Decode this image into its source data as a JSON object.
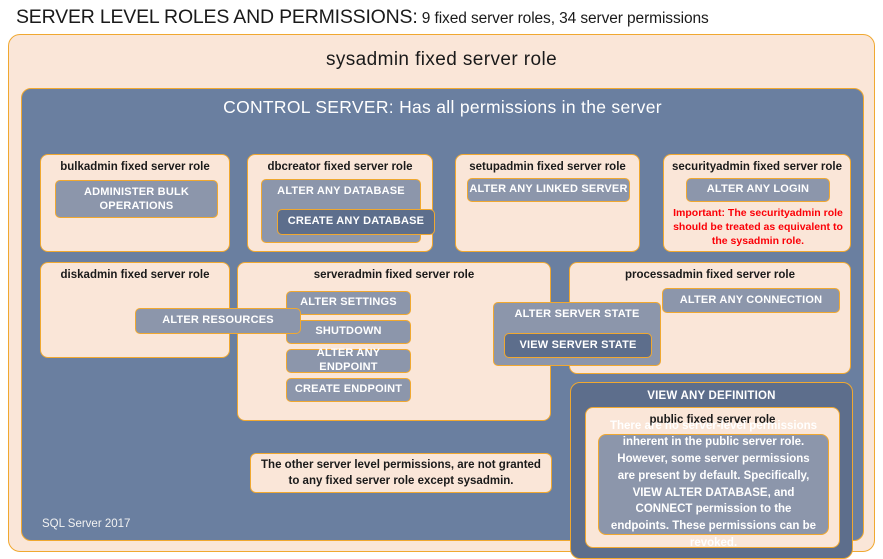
{
  "title": {
    "main": "SERVER LEVEL ROLES AND PERMISSIONS:",
    "sub": " 9 fixed server roles, 34 server permissions"
  },
  "sysadmin": {
    "label": "sysadmin  fixed  server  role"
  },
  "control_server": {
    "label": "CONTROL SERVER: Has all permissions in the server",
    "footer": "SQL Server 2017"
  },
  "roles": {
    "bulkadmin": {
      "title": "bulkadmin  fixed server role",
      "permission": "ADMINISTER  BULK OPERATIONS"
    },
    "dbcreator": {
      "title": "dbcreator fixed server role",
      "permission_outer": "ALTER ANY DATABASE",
      "permission_inner": "CREATE  ANY DATABASE"
    },
    "setupadmin": {
      "title": "setupadmin fixed server role",
      "permission": "ALTER ANY LINKED SERVER"
    },
    "securityadmin": {
      "title": "securityadmin  fixed server role",
      "permission": "ALTER ANY LOGIN",
      "warning": "Important:  The securityadmin role should  be treated as equivalent to the  sysadmin role."
    },
    "diskadmin": {
      "title": "diskadmin fixed server role",
      "permission": "ALTER RESOURCES"
    },
    "serveradmin": {
      "title": "serveradmin fixed server role",
      "permissions": [
        "ALTER SETTINGS",
        "SHUTDOWN",
        "ALTER ANY ENDPOINT",
        "CREATE  ENDPOINT"
      ],
      "permission_outer": "ALTER SERVER STATE",
      "permission_inner": "VIEW SERVER STATE"
    },
    "processadmin": {
      "title": "processadmin fixed server role",
      "permission": "ALTER ANY CONNECTION"
    },
    "public": {
      "view_any_definition": "VIEW ANY DEFINITION",
      "title": "public  fixed server role",
      "body": "There are no server-level permissions inherent in the public server role. However, some server permissions are present by default. Specifically, VIEW ALTER DATABASE, and CONNECT permission to the endpoints. These permissions can be revoked."
    }
  },
  "notes": {
    "other_permissions": "The other server level permissions,  are not granted to any fixed server role except sysadmin."
  },
  "colors": {
    "cream": "#fae6d8",
    "gold": "#f0a830",
    "slate": "#6a7fa0",
    "perm_grey": "#8c96ab",
    "perm_dark": "#5d6e8c",
    "warning_red": "#fb0007"
  }
}
